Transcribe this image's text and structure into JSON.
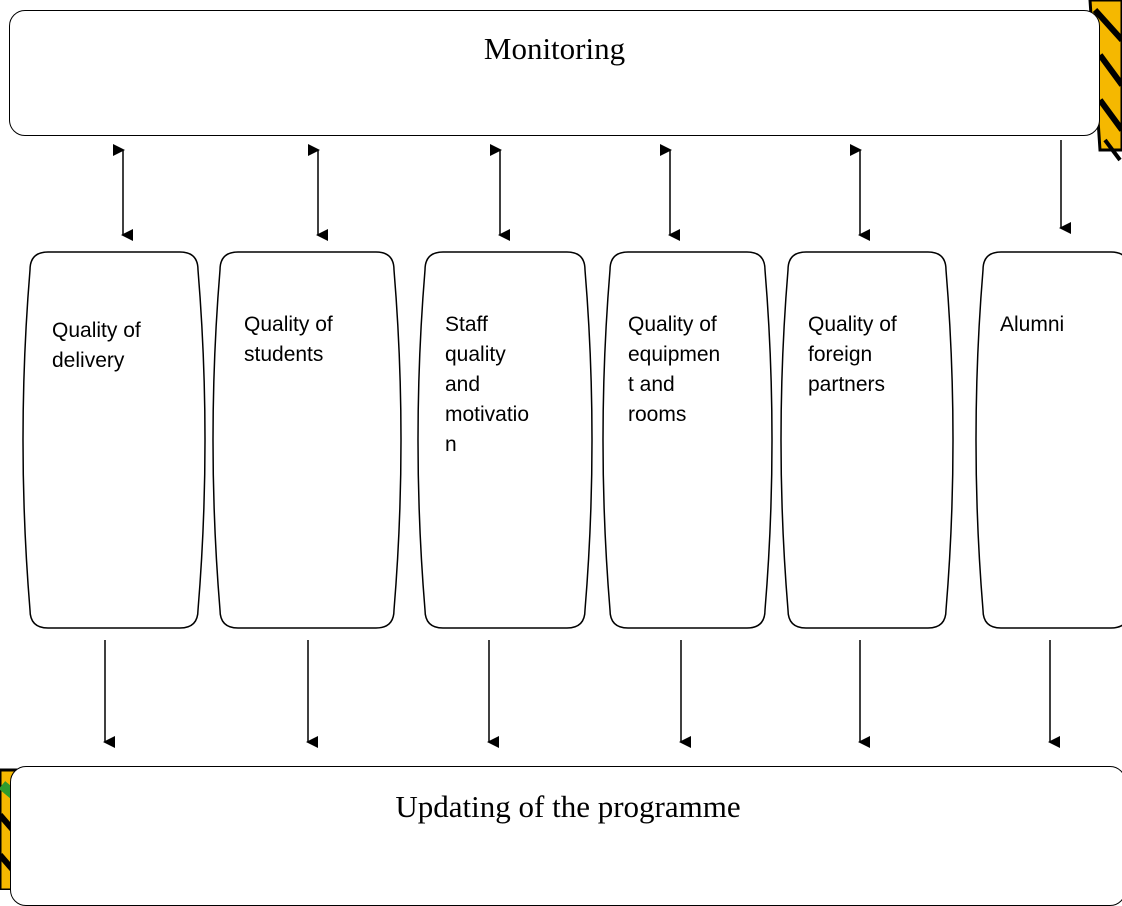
{
  "diagram": {
    "top_box": {
      "label": "Monitoring"
    },
    "bottom_box": {
      "label": "Updating of the programme"
    },
    "nodes": [
      {
        "id": "delivery",
        "label": "Quality of\ndelivery",
        "link_to_monitoring": "bidirectional"
      },
      {
        "id": "students",
        "label": "Quality of\nstudents",
        "link_to_monitoring": "bidirectional"
      },
      {
        "id": "staff",
        "label": "Staff\nquality\nand\nmotivatio\nn",
        "link_to_monitoring": "bidirectional"
      },
      {
        "id": "equipment",
        "label": "Quality of\nequipmen\nt and\nrooms",
        "link_to_monitoring": "bidirectional"
      },
      {
        "id": "foreign",
        "label": "Quality of\nforeign\npartners",
        "link_to_monitoring": "bidirectional"
      },
      {
        "id": "alumni",
        "label": "Alumni",
        "link_to_monitoring": "from-monitoring"
      }
    ],
    "decoration": {
      "stripe_colors": [
        "#000000",
        "#f5b800",
        "#2e9b2e"
      ]
    }
  }
}
